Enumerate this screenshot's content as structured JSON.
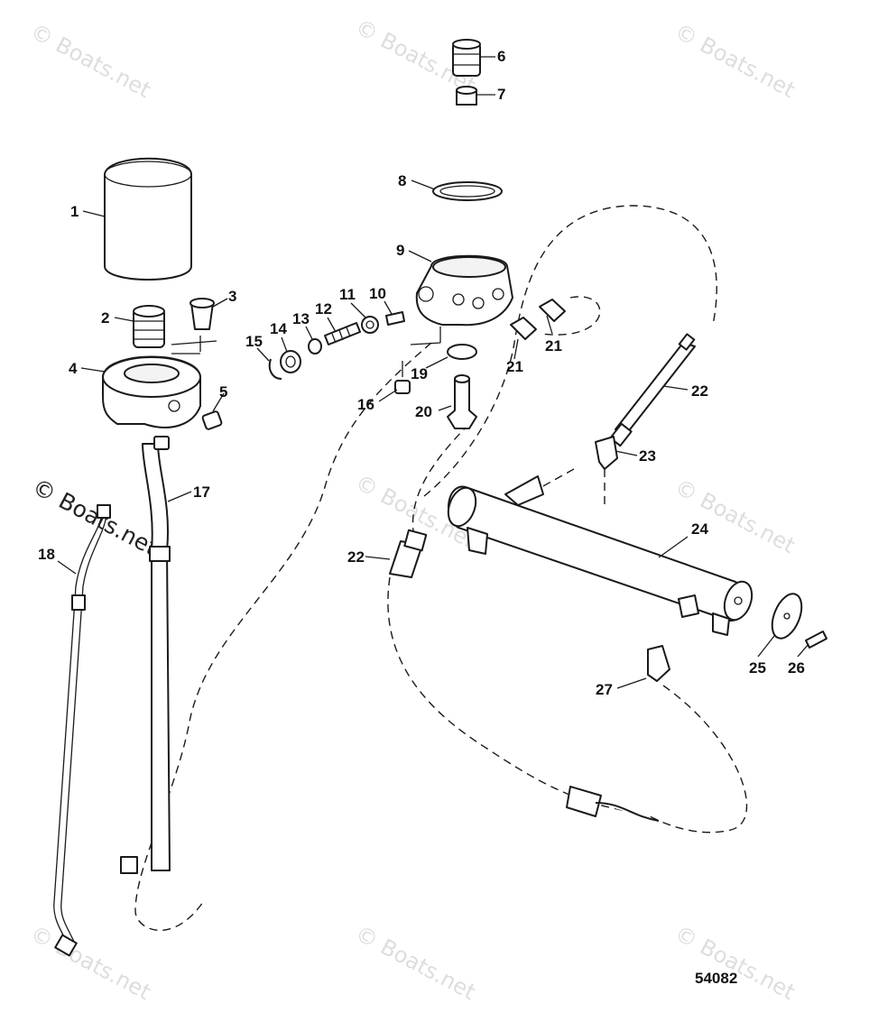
{
  "watermark": "© Boats.net",
  "figure_number": "54082",
  "callouts": [
    {
      "id": "c1",
      "text": "1"
    },
    {
      "id": "c2",
      "text": "2"
    },
    {
      "id": "c3",
      "text": "3"
    },
    {
      "id": "c4",
      "text": "4"
    },
    {
      "id": "c5",
      "text": "5"
    },
    {
      "id": "c6",
      "text": "6"
    },
    {
      "id": "c7",
      "text": "7"
    },
    {
      "id": "c8",
      "text": "8"
    },
    {
      "id": "c9",
      "text": "9"
    },
    {
      "id": "c10",
      "text": "10"
    },
    {
      "id": "c11",
      "text": "11"
    },
    {
      "id": "c12",
      "text": "12"
    },
    {
      "id": "c13",
      "text": "13"
    },
    {
      "id": "c14",
      "text": "14"
    },
    {
      "id": "c15",
      "text": "15"
    },
    {
      "id": "c16",
      "text": "16"
    },
    {
      "id": "c17",
      "text": "17"
    },
    {
      "id": "c18",
      "text": "18"
    },
    {
      "id": "c19",
      "text": "19"
    },
    {
      "id": "c20",
      "text": "20"
    },
    {
      "id": "c21a",
      "text": "21"
    },
    {
      "id": "c21b",
      "text": "21"
    },
    {
      "id": "c22a",
      "text": "22"
    },
    {
      "id": "c22b",
      "text": "22"
    },
    {
      "id": "c23",
      "text": "23"
    },
    {
      "id": "c24",
      "text": "24"
    },
    {
      "id": "c25",
      "text": "25"
    },
    {
      "id": "c26",
      "text": "26"
    },
    {
      "id": "c27",
      "text": "27"
    }
  ]
}
